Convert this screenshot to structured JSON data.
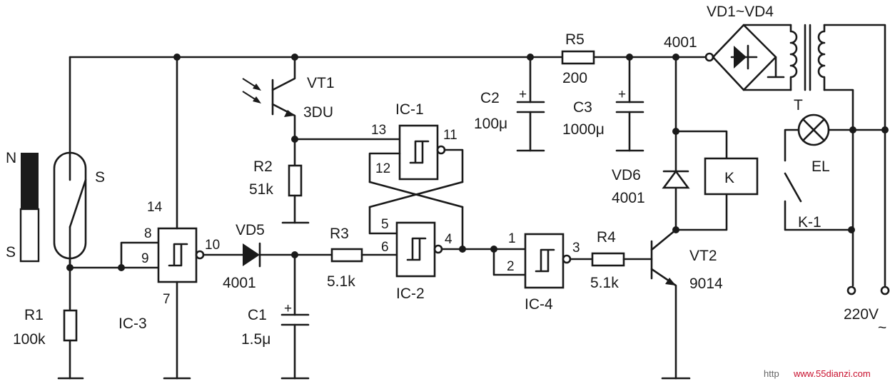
{
  "labels": {
    "magnet_n": "N",
    "magnet_s": "S",
    "reed_switch": "S",
    "r1_name": "R1",
    "r1_value": "100k",
    "ic3": "IC-3",
    "ic3_pin14": "14",
    "ic3_pin8": "8",
    "ic3_pin9": "9",
    "ic3_pin10": "10",
    "ic3_pin7": "7",
    "vd5_name": "VD5",
    "vd5_type": "4001",
    "c1_name": "C1",
    "c1_value": "1.5μ",
    "r3_name": "R3",
    "r3_value": "5.1k",
    "vt1_name": "VT1",
    "vt1_type": "3DU",
    "r2_name": "R2",
    "r2_value": "51k",
    "ic1": "IC-1",
    "ic1_pin13": "13",
    "ic1_pin12": "12",
    "ic1_pin11": "11",
    "ic2": "IC-2",
    "ic2_pin5": "5",
    "ic2_pin6": "6",
    "ic2_pin4": "4",
    "ic4": "IC-4",
    "ic4_pin1": "1",
    "ic4_pin2": "2",
    "ic4_pin3": "3",
    "r4_name": "R4",
    "r4_value": "5.1k",
    "vt2_name": "VT2",
    "vt2_type": "9014",
    "c2_name": "C2",
    "c2_value": "100μ",
    "r5_name": "R5",
    "r5_value": "200",
    "c3_name": "C3",
    "c3_value": "1000μ",
    "bridge_type": "4001",
    "bridge_name": "VD1~VD4",
    "vd6_name": "VD6",
    "vd6_type": "4001",
    "relay_k": "K",
    "transformer_t": "T",
    "lamp_el": "EL",
    "relay_contact": "K-1",
    "mains": "220V",
    "ac_symbol": "~",
    "cap_plus": "+",
    "watermark": "www.55dianzi.com",
    "watermark_prefix": "http"
  },
  "colors": {
    "ink": "#1a1a1a",
    "watermark": "#c8102e"
  }
}
